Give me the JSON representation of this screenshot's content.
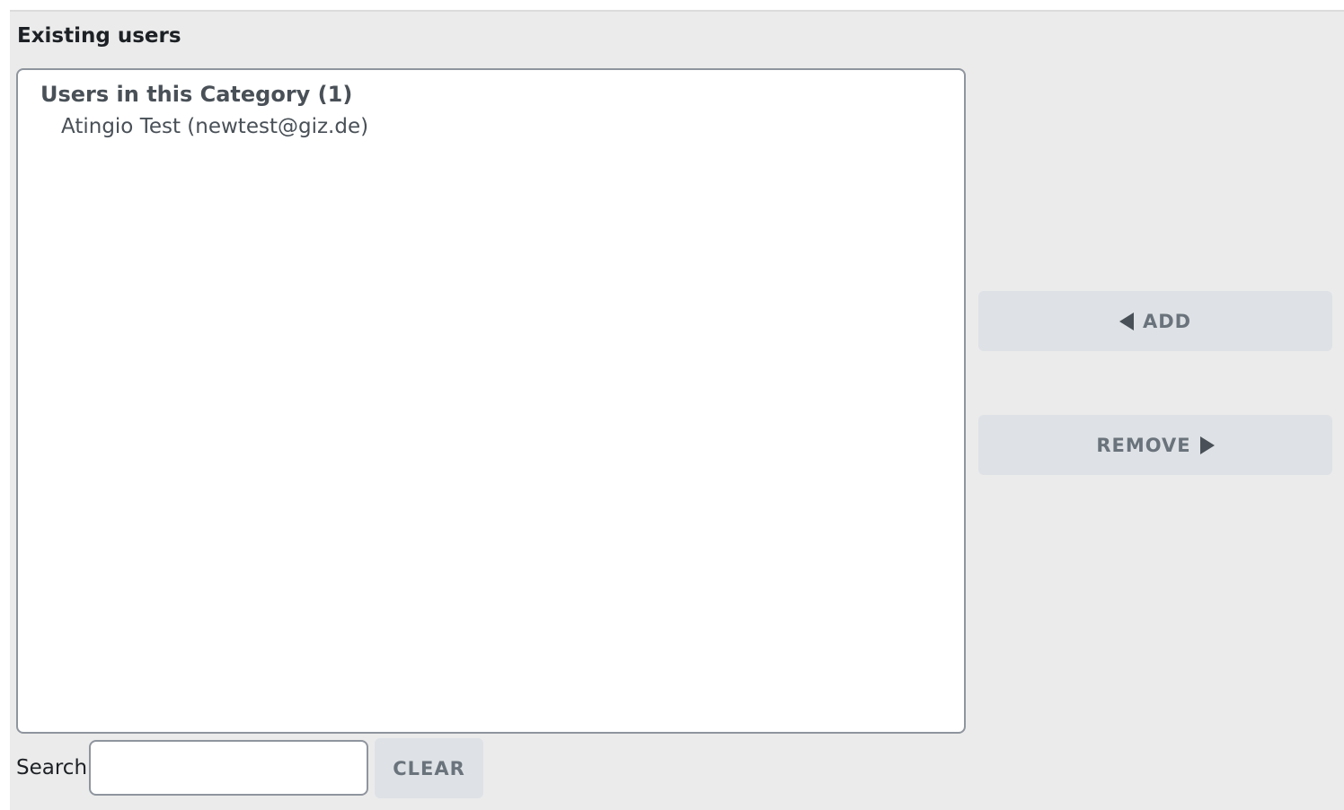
{
  "section": {
    "title": "Existing users"
  },
  "listbox": {
    "group_label": "Users in this Category (1)",
    "options": [
      "Atingio Test (newtest@giz.de)"
    ]
  },
  "actions": {
    "add_label": "ADD",
    "remove_label": "REMOVE"
  },
  "search": {
    "label": "Search",
    "value": "",
    "placeholder": "",
    "clear_label": "CLEAR"
  },
  "icons": {
    "add": "triangle-left-icon",
    "remove": "triangle-right-icon"
  },
  "colors": {
    "panel_bg": "#ebebeb",
    "button_bg": "#dee2e6",
    "button_text": "#6a737b",
    "border": "#8f959e"
  }
}
